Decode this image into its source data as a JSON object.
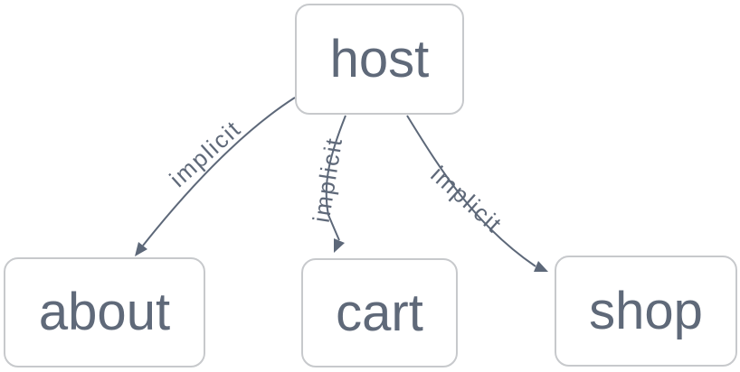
{
  "diagram": {
    "type": "dependency-graph",
    "nodes": [
      {
        "id": "host",
        "label": "host"
      },
      {
        "id": "about",
        "label": "about"
      },
      {
        "id": "cart",
        "label": "cart"
      },
      {
        "id": "shop",
        "label": "shop"
      }
    ],
    "edges": [
      {
        "from": "host",
        "to": "about",
        "label": "implicit"
      },
      {
        "from": "host",
        "to": "cart",
        "label": "implicit"
      },
      {
        "from": "host",
        "to": "shop",
        "label": "implicit"
      }
    ],
    "colors": {
      "background": "#ffffff",
      "node_background": "#ffffff",
      "node_border": "#c7c9cc",
      "node_text": "#5f6979",
      "edge_line": "#5d6879",
      "edge_label": "#5f6979"
    }
  }
}
